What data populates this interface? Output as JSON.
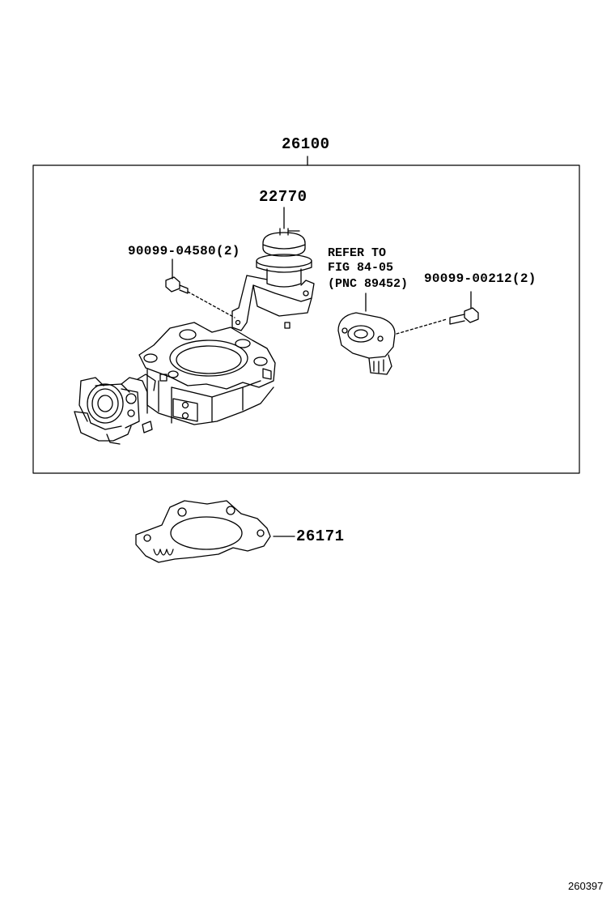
{
  "labels": {
    "assembly": "26100",
    "vacuum_part": "22770",
    "bolt_left": "90099-04580(2)",
    "bolt_right": "90099-00212(2)",
    "gasket": "26171",
    "refer_line1": "REFER TO",
    "refer_line2": "FIG 84-05",
    "refer_line3": "(PNC 89452)"
  },
  "figure_id": "260397",
  "colors": {
    "line": "#000000",
    "background": "#ffffff"
  }
}
